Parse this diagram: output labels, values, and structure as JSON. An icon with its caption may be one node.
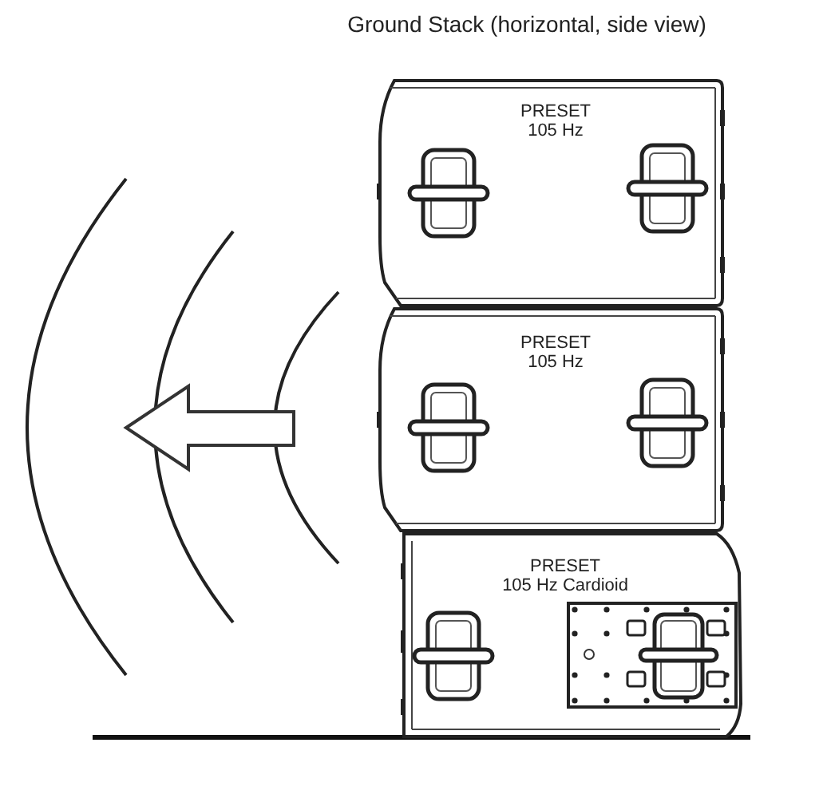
{
  "diagram": {
    "title": "Ground Stack (horizontal, side view)",
    "nodes": [
      {
        "text": [
          "PRESET 105 Hz"
        ]
      },
      {
        "text": [
          "PRESET 105 Hz"
        ]
      },
      {
        "text": [
          "PRESET 105 Hz Cardioid"
        ]
      }
    ]
  }
}
